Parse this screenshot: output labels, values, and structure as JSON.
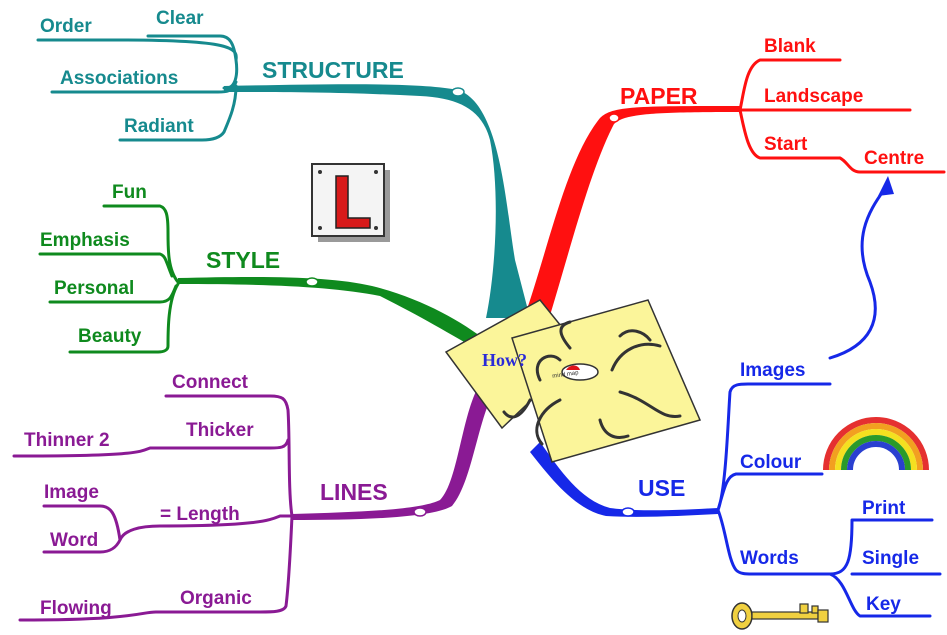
{
  "colors": {
    "structure": "#168a8e",
    "paper": "#ff1010",
    "style": "#0f8a1e",
    "lines": "#8a1a94",
    "use": "#1628e8",
    "note_paper": "#fbf59a"
  },
  "center": {
    "label": "How?",
    "tag": "mind map"
  },
  "branches": {
    "structure": {
      "title": "STRUCTURE",
      "items": [
        "Order",
        "Clear",
        "Associations",
        "Radiant"
      ]
    },
    "paper": {
      "title": "PAPER",
      "items": [
        "Blank",
        "Landscape",
        "Start",
        "Centre"
      ]
    },
    "style": {
      "title": "STYLE",
      "items": [
        "Fun",
        "Emphasis",
        "Personal",
        "Beauty"
      ]
    },
    "lines": {
      "title": "LINES",
      "items": [
        "Connect",
        "Thinner 2",
        "Thicker",
        "Image",
        "= Length",
        "Word",
        "Flowing",
        "Organic"
      ]
    },
    "use": {
      "title": "USE",
      "items": [
        "Images",
        "Colour",
        "Print",
        "Words",
        "Single",
        "Key"
      ]
    }
  },
  "icons": [
    "learner-l-plate-icon",
    "rainbow-icon",
    "key-icon",
    "arrow-icon"
  ]
}
